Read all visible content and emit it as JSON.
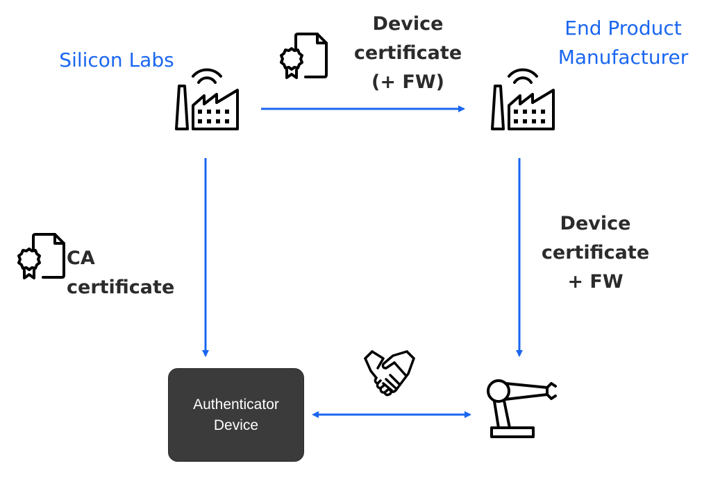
{
  "colors": {
    "accent": "#1a66f0",
    "text_dark": "#2b2b2b",
    "box_fill": "#3b3b3b",
    "box_text": "#ffffff"
  },
  "nodes": {
    "silicon_labs": {
      "label": "Silicon Labs",
      "icon": "factory-wifi-icon"
    },
    "end_product_manufacturer": {
      "label_line1": "End Product",
      "label_line2": "Manufacturer",
      "icon": "factory-wifi-icon"
    },
    "authenticator_device": {
      "label_line1": "Authenticator",
      "label_line2": "Device"
    },
    "end_device": {
      "icon": "robot-arm-icon"
    }
  },
  "edges": {
    "silicon_to_epm": {
      "line1": "Device",
      "line2": "certificate",
      "line3": "(+ FW)",
      "icon": "certificate-icon"
    },
    "silicon_to_authenticator": {
      "label": "CA certificate",
      "icon": "certificate-icon"
    },
    "epm_to_end_device": {
      "line1": "Device",
      "line2": "certificate",
      "line3": "+ FW"
    },
    "authenticator_end_device": {
      "icon": "handshake-icon",
      "direction": "bidirectional"
    }
  }
}
